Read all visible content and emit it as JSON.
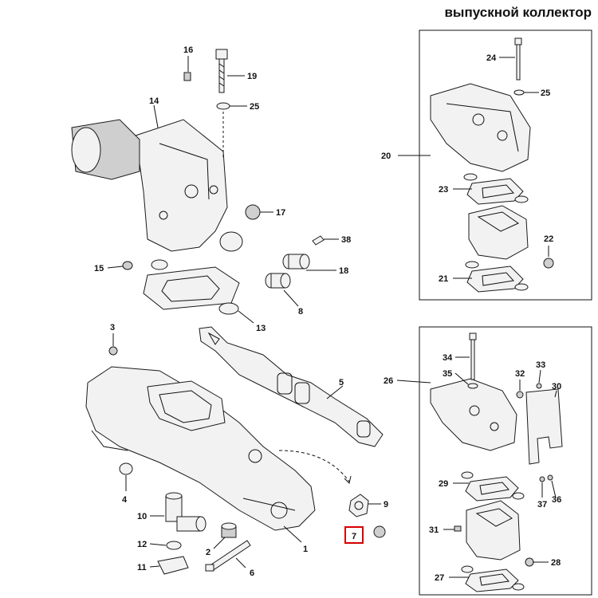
{
  "title": "выпускной коллектор",
  "callouts": {
    "c1": "1",
    "c2": "2",
    "c3": "3",
    "c4": "4",
    "c5": "5",
    "c6": "6",
    "c7": "7",
    "c8": "8",
    "c9": "9",
    "c10": "10",
    "c11": "11",
    "c12": "12",
    "c13": "13",
    "c14": "14",
    "c15": "15",
    "c16": "16",
    "c17": "17",
    "c18": "18",
    "c19": "19",
    "c20": "20",
    "c21": "21",
    "c22": "22",
    "c23": "23",
    "c24": "24",
    "c25a": "25",
    "c25b": "25",
    "c26": "26",
    "c27": "27",
    "c28": "28",
    "c29": "29",
    "c30": "30",
    "c31": "31",
    "c32": "32",
    "c33": "33",
    "c34": "34",
    "c35": "35",
    "c36": "36",
    "c37": "37",
    "c38": "38"
  },
  "highlighted_part": "7",
  "colors": {
    "highlight": "#d40000",
    "ink": "#111111"
  }
}
